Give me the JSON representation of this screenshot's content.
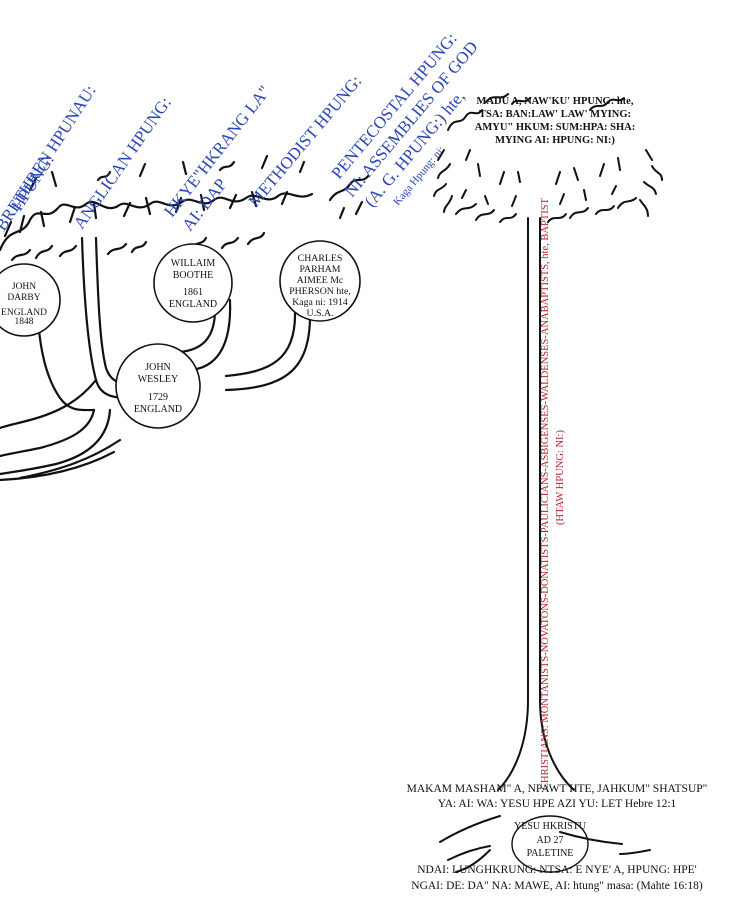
{
  "denominations": {
    "brethren": "BRETHREN HPUNAU:",
    "brethren_sub": "HPUNG:",
    "anglican": "ANGLICAN HPUNG:",
    "hkye": "HKYE\"HKRANG LA\"",
    "hkye_sub": "AI: DAP",
    "methodist": "METHODIST HPUNG:",
    "pente1": "PENTECOSTAL HPUNG:",
    "pente2": "NI: ASSEMBLIES OF GOD",
    "pente3": "(A. G. HPUNG:) hte,",
    "pente4": "Kaga Hpung: ni:"
  },
  "founders": {
    "darby": [
      "JOHN",
      "DARBY",
      "1848",
      "ENGLAND"
    ],
    "booth": [
      "WILLAIM",
      "BOOTHE",
      "1861",
      "ENGLAND"
    ],
    "parham": [
      "CHARLES",
      "PARHAM",
      "AIMEE Mc",
      "PHERSON hte,",
      "Kaga ni: 1914",
      "U.S.A."
    ],
    "wesley": [
      "JOHN",
      "WESLEY",
      "1729",
      "ENGLAND"
    ]
  },
  "right_tree": {
    "crown_text": [
      "MADU A, NAW'KU' HPUNG: hte,",
      "TSA: BAN:LAW' LAW' MYING:",
      "AMYU\" HKUM: SUM:HPA: SHA:",
      "MYING AI: HPUNG: NI:)"
    ],
    "trunk_text": "CHRISTIANS: MONTANISTS-NOVATONS-DONATISTS-PAULICIANS-ASBIGENSES-WALDENSES-ANABAPTISTS, hte, BAPTIST",
    "trunk_text2": "(HTAW HPUNG: NI:)"
  },
  "base": {
    "line1": "MAKAM MASHAM\" A, NPAWT HTE, JAHKUM\" SHATSUP\"",
    "line2": "YA: AI: WA: YESU HPE AZI YU: LET Hebre 12:1",
    "jesus": [
      "YESU HKRISTU",
      "AD 27",
      "PALETINE"
    ],
    "line3": "NDAI: LUNGHKRUNG: NTSA: E NYE' A, HPUNG: HPE'",
    "line4": "NGAI: DE: DA\" NA: MAWE, AI: htung\" masa: (Mahte 16:18)"
  },
  "colors": {
    "label_blue": "#2a45b8",
    "trunk_red": "#b8232f"
  }
}
